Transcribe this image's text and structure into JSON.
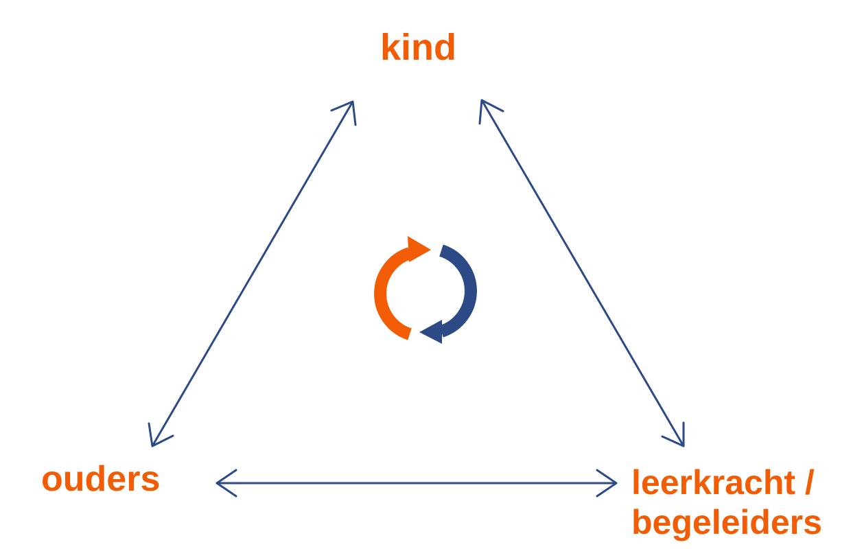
{
  "nodes": {
    "top": "kind",
    "left": "ouders",
    "right": "leerkracht /\nbegeleiders"
  },
  "colors": {
    "label": "#f25c05",
    "connector": "#2c4a86",
    "cycle_orange": "#f25c05",
    "cycle_blue": "#2c4a86"
  },
  "edges": [
    {
      "from": "kind",
      "to": "ouders",
      "type": "bidirectional-arrow"
    },
    {
      "from": "kind",
      "to": "leerkracht /\nbegeleiders",
      "type": "bidirectional-arrow"
    },
    {
      "from": "ouders",
      "to": "leerkracht /\nbegeleiders",
      "type": "bidirectional-arrow"
    }
  ],
  "center_icon": "cycle-arrows-icon"
}
